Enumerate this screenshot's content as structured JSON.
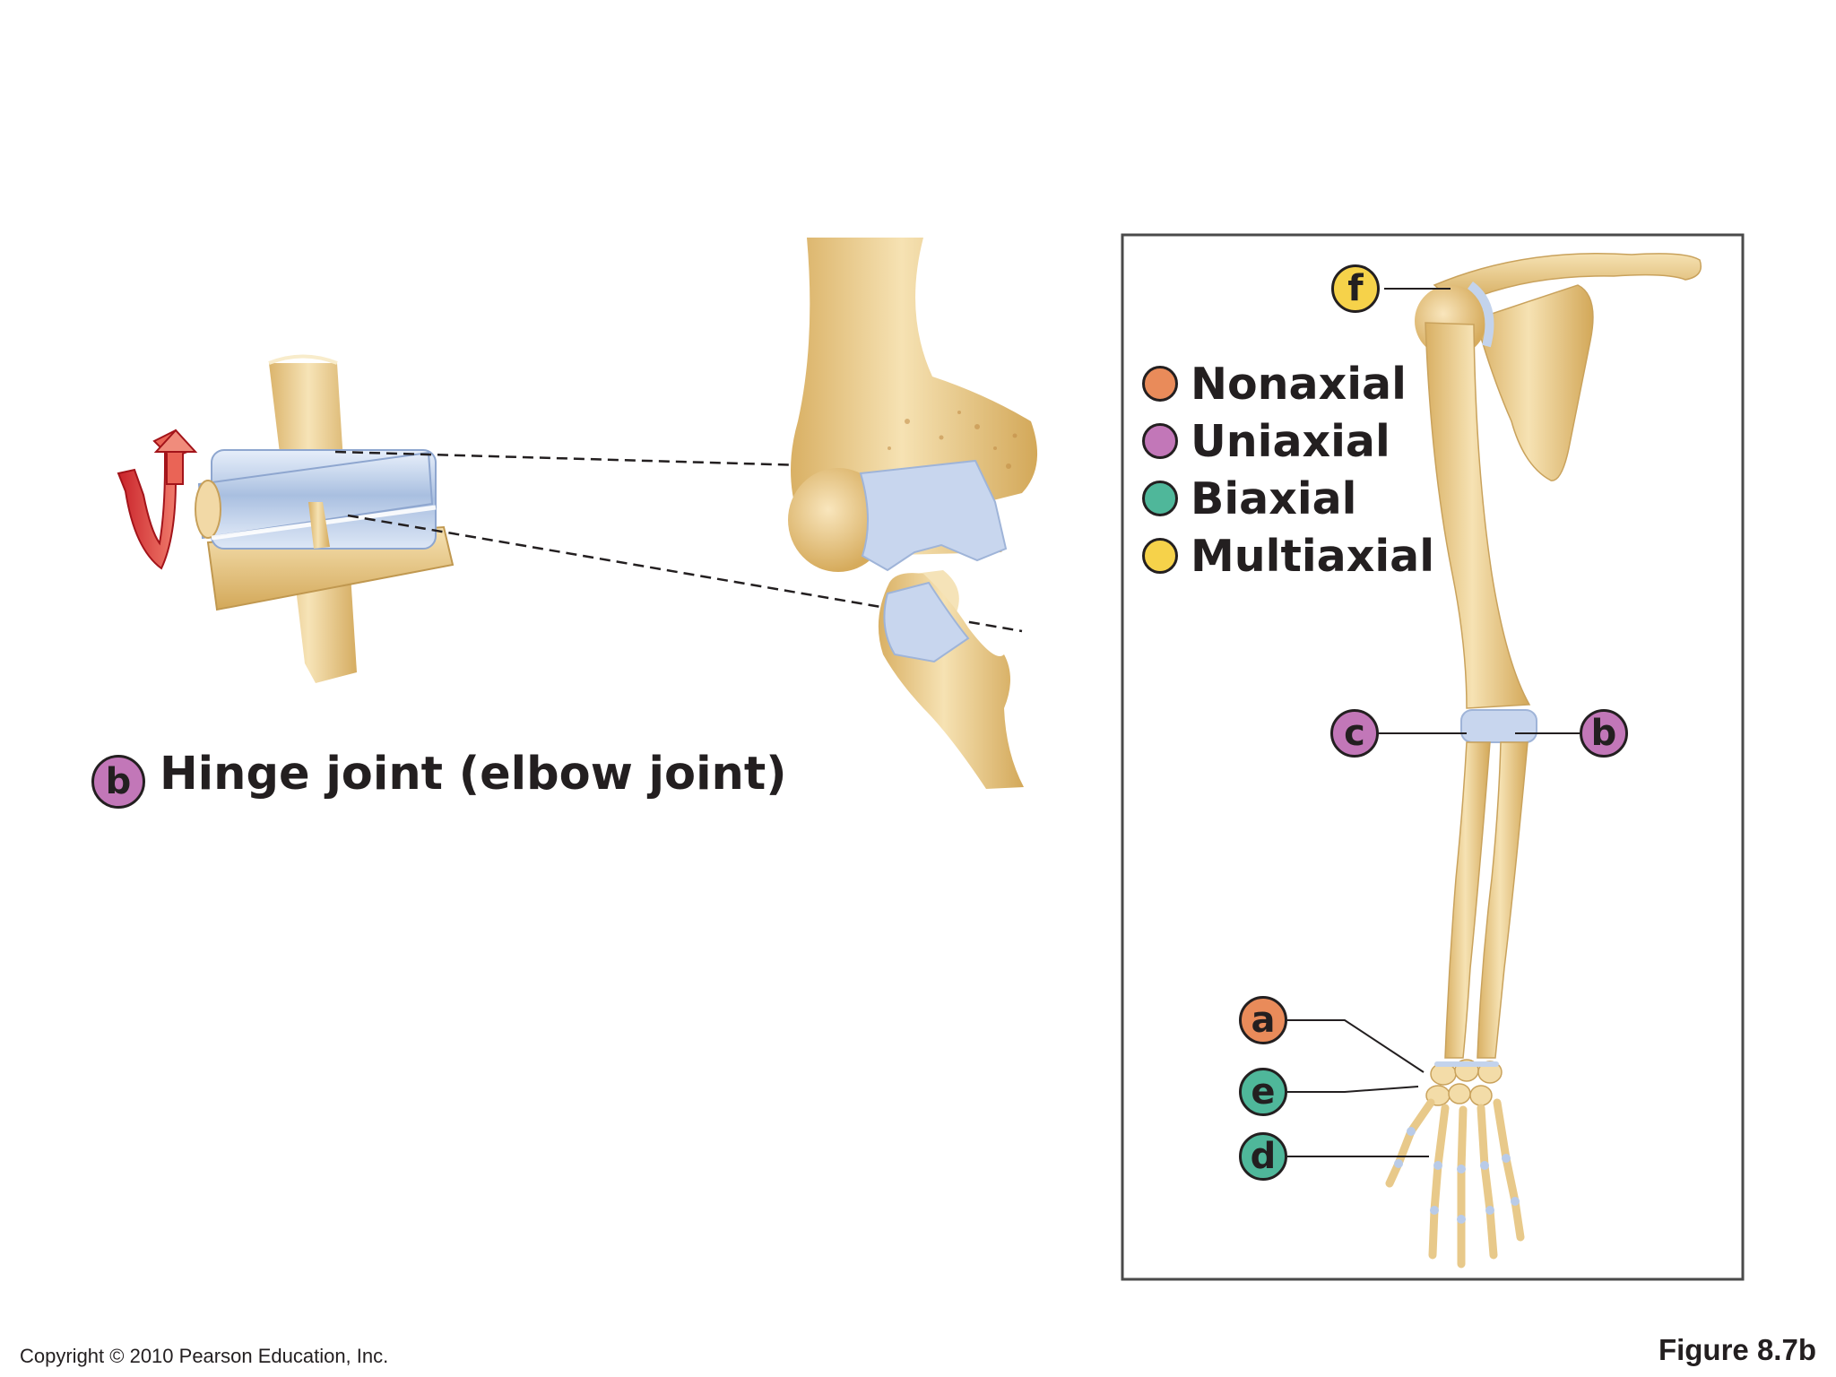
{
  "legend": [
    {
      "label": "Nonaxial",
      "color": "#e98b5a"
    },
    {
      "label": "Uniaxial",
      "color": "#c277b8"
    },
    {
      "label": "Biaxial",
      "color": "#4fb79a"
    },
    {
      "label": "Multiaxial",
      "color": "#f6d24a"
    }
  ],
  "caption": {
    "letter": "b",
    "text": "Hinge joint (elbow joint)",
    "color": "#c277b8"
  },
  "markers": {
    "f": {
      "letter": "f",
      "color": "#f6d24a"
    },
    "c": {
      "letter": "c",
      "color": "#c277b8"
    },
    "b": {
      "letter": "b",
      "color": "#c277b8"
    },
    "a": {
      "letter": "a",
      "color": "#e98b5a"
    },
    "e": {
      "letter": "e",
      "color": "#4fb79a"
    },
    "d": {
      "letter": "d",
      "color": "#4fb79a"
    }
  },
  "footer": {
    "copyright": "Copyright © 2010 Pearson Education, Inc.",
    "figure": "Figure 8.7b"
  },
  "colors": {
    "bone": "#f0d59e",
    "bone_shade": "#d9b064",
    "cartilage": "#c3d3ec",
    "outline": "#231f20",
    "arrow": "#e0342c"
  }
}
